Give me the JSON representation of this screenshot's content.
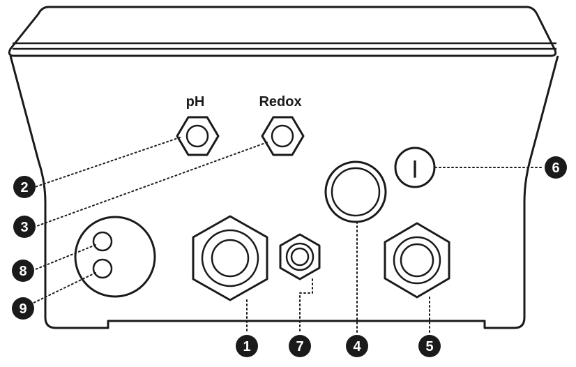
{
  "labels": {
    "ph": "pH",
    "redox": "Redox"
  },
  "switch_symbol": "|",
  "callouts": [
    "1",
    "2",
    "3",
    "4",
    "5",
    "6",
    "7",
    "8",
    "9"
  ],
  "colors": {
    "line": "#1a1a1a",
    "callout_fill": "#1a1a1a",
    "callout_text": "#ffffff",
    "background": "#ffffff"
  }
}
